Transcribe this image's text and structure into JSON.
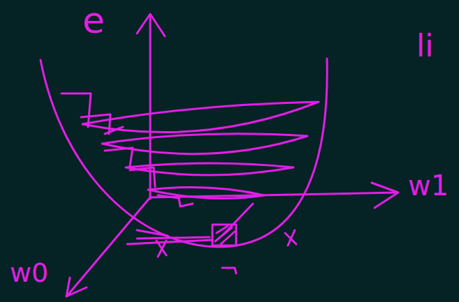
{
  "diagram": {
    "labels": [
      "e",
      "w1",
      "w0",
      "li"
    ]
  }
}
